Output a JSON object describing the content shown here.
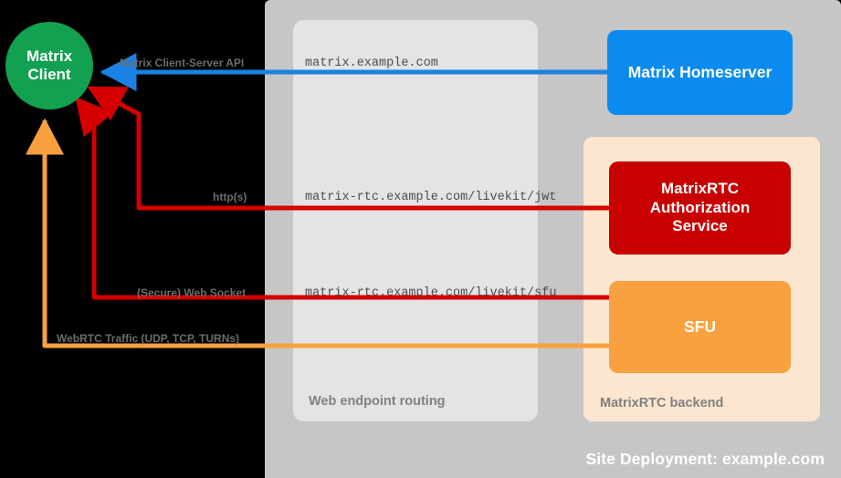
{
  "diagram": {
    "title": "Site Deployment: example.com",
    "colors": {
      "green_client": "#12a150",
      "blue_homeserver": "#0b8bf0",
      "red_auth": "#c80000",
      "orange_sfu": "#f9a03f",
      "panel_outer_gray": "#c6c6c6",
      "panel_inner_gray": "#e4e4e4",
      "panel_peach": "#fce6cf",
      "arrow_blue": "#1a82e2",
      "arrow_red": "#d40000",
      "arrow_orange": "#f9a03f",
      "label_gray": "#6b6b6b",
      "mono_gray": "#4d4d4d",
      "panel_label_gray": "#808080",
      "background": "#000000"
    }
  },
  "nodes": {
    "client": {
      "label": "Matrix\nClient",
      "line1": "Matrix",
      "line2": "Client"
    },
    "homeserver": {
      "label": "Matrix Homeserver"
    },
    "auth_service": {
      "line1": "MatrixRTC",
      "line2": "Authorization",
      "line3": "Service"
    },
    "sfu": {
      "label": "SFU"
    }
  },
  "panels": {
    "site": {
      "title": "Site Deployment: example.com"
    },
    "web_routing": {
      "label": "Web endpoint routing"
    },
    "rtc_backend": {
      "label": "MatrixRTC backend"
    }
  },
  "endpoints": {
    "matrix": "matrix.example.com",
    "jwt": "matrix-rtc.example.com/livekit/jwt",
    "sfu": "matrix-rtc.example.com/livekit/sfu"
  },
  "protocols": {
    "client_server_api": "Matrix Client-Server API",
    "https": "http(s)",
    "websocket": "(Secure) Web Socket",
    "webrtc": "WebRTC Traffic (UDP, TCP, TURNs)"
  }
}
